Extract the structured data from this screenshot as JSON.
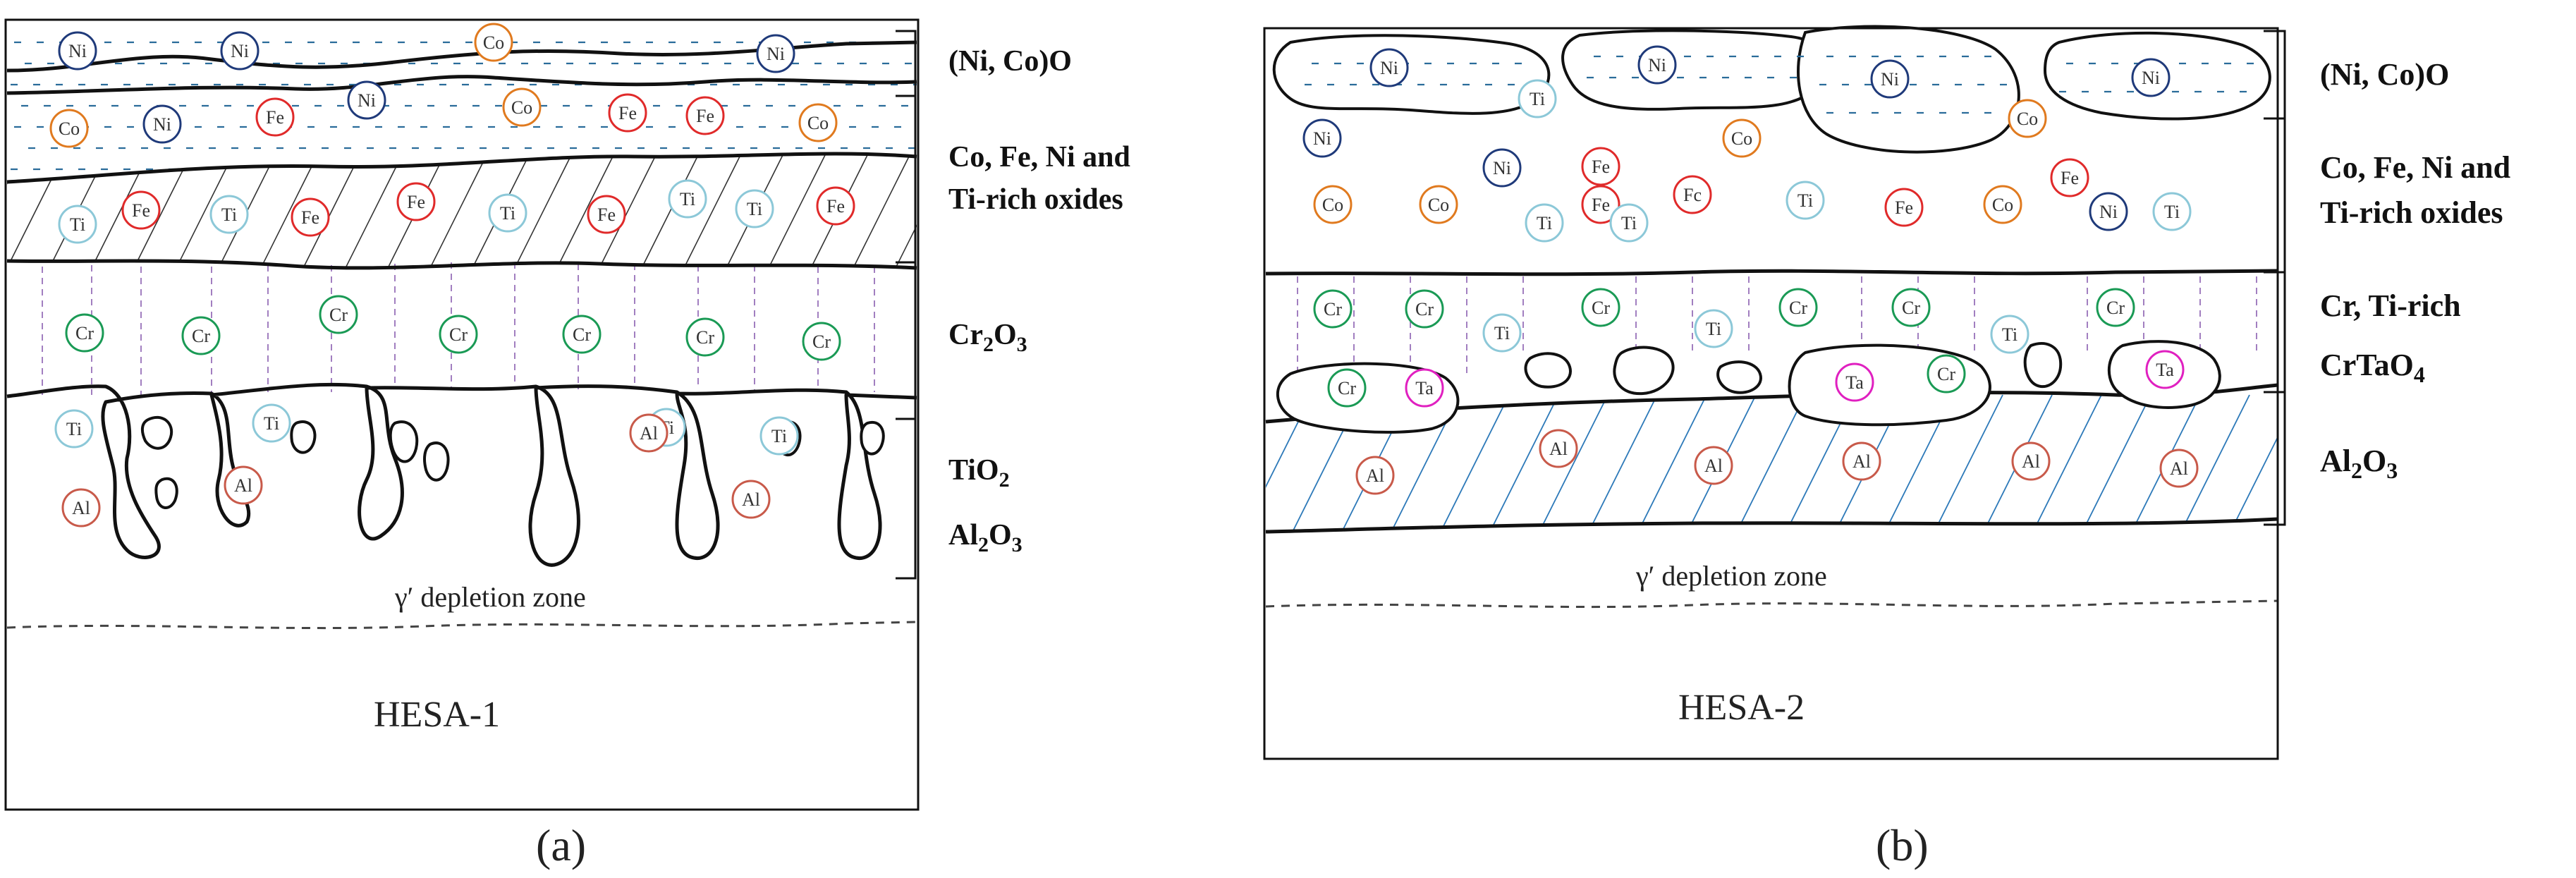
{
  "colors": {
    "Ni": "#1f3a7a",
    "Co": "#e07a1f",
    "Fe": "#e02a2a",
    "Ti": "#8cc8d8",
    "Cr": "#1a9a55",
    "Al": "#c85a4a",
    "Ta": "#e020c0"
  },
  "panels": [
    {
      "label": "(a)",
      "name": "HESA-1",
      "depletion_label": "γ′ depletion zone",
      "layers": [
        {
          "label": "(Ni, Co)O"
        },
        {
          "label": "Co, Fe, Ni and",
          "label2": "Ti-rich oxides"
        },
        {
          "label": "Cr",
          "sub": "2",
          "suffix": "O",
          "sub2": "3"
        },
        {
          "label": "TiO",
          "sub": "2"
        },
        {
          "label": "Al",
          "sub": "2",
          "suffix": "O",
          "sub2": "3"
        }
      ],
      "elements": [
        "Ni",
        "Ni",
        "Co",
        "Ni",
        "Co",
        "Ni",
        "Fe",
        "Ni",
        "Co",
        "Fe",
        "Fe",
        "Co",
        "Ti",
        "Fe",
        "Ti",
        "Fe",
        "Fe",
        "Ti",
        "Fe",
        "Ti",
        "Ti",
        "Fe",
        "Cr",
        "Cr",
        "Cr",
        "Cr",
        "Cr",
        "Cr",
        "Cr",
        "Ti",
        "Ti",
        "Al",
        "Al",
        "Ti",
        "Al",
        "Ti",
        "Al"
      ]
    },
    {
      "label": "(b)",
      "name": "HESA-2",
      "depletion_label": "γ′ depletion zone",
      "layers": [
        {
          "label": "(Ni, Co)O"
        },
        {
          "label": "Co, Fe, Ni and",
          "label2": "Ti-rich oxides"
        },
        {
          "label": "Cr, Ti-rich"
        },
        {
          "label": "CrTaO",
          "sub": "4"
        },
        {
          "label": "Al",
          "sub": "2",
          "suffix": "O",
          "sub2": "3"
        }
      ],
      "elements": [
        "Ni",
        "Ni",
        "Ni",
        "Ni",
        "Ti",
        "Ni",
        "Co",
        "Co",
        "Ni",
        "Fe",
        "Co",
        "Fe",
        "Ti",
        "Ti",
        "Fc",
        "Ti",
        "Fe",
        "Co",
        "Fe",
        "Ni",
        "Ti",
        "Co",
        "Cr",
        "Cr",
        "Ti",
        "Cr",
        "Ti",
        "Cr",
        "Cr",
        "Ti",
        "Cr",
        "Cr",
        "Ta",
        "Ta",
        "Cr",
        "Ta",
        "Al",
        "Al",
        "Al",
        "Al",
        "Al",
        "Al"
      ]
    }
  ]
}
